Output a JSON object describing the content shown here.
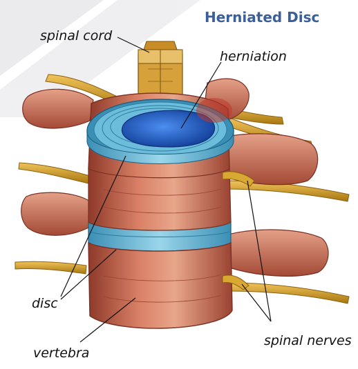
{
  "title": "Herniated Disc",
  "labels": {
    "spinal_cord": "spinal cord",
    "herniation": "herniation",
    "disc": "disc",
    "vertebra": "vertebra",
    "spinal_nerves": "spinal nerves"
  },
  "colors": {
    "title": "#3a5f9a",
    "bone": "#c86a52",
    "bone_light": "#e8a68a",
    "bone_dark": "#7a2f22",
    "disc": "#7cc6df",
    "disc_dark": "#3b8fb5",
    "herniation": "#1f5fd0",
    "nerve": "#d9a833",
    "nerve_dark": "#8a5f0f",
    "cord": "#d6a03a",
    "watermark": "#d9d9dd"
  },
  "icons": {
    "watermark": "diagonal-watermark-band"
  }
}
